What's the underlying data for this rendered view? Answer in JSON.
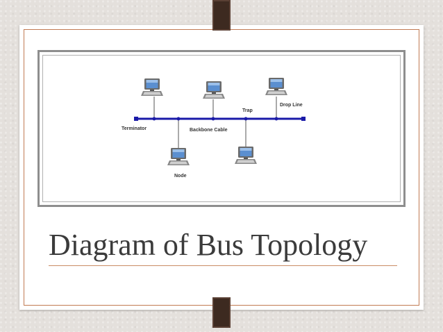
{
  "slide": {
    "title": "Diagram of Bus Topology"
  },
  "diagram": {
    "labels": {
      "terminator": "Terminator",
      "backbone_cable": "Backbone Cable",
      "trap": "Trap",
      "drop_line": "Drop Line",
      "node": "Node"
    },
    "colors": {
      "backbone": "#1a1aa8",
      "drop": "#1a1aa8",
      "screen": "#5b8fd0"
    }
  }
}
